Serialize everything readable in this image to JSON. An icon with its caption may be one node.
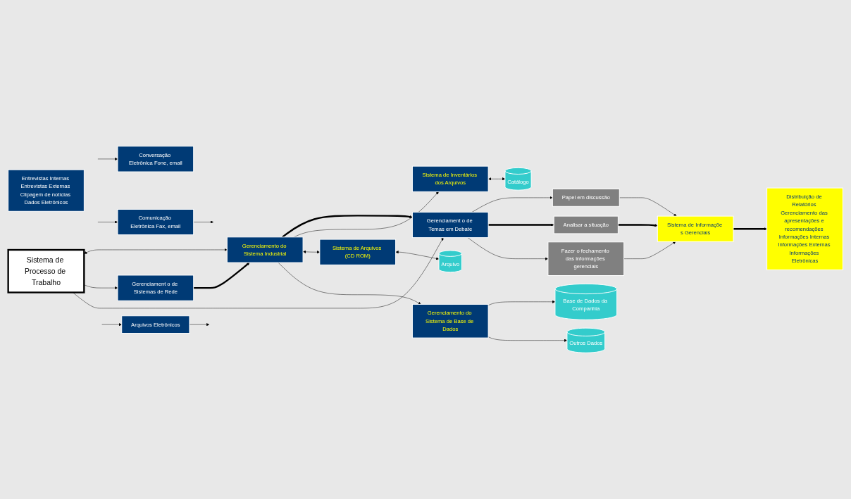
{
  "diagram": {
    "nodes": [
      {
        "text": [
          "Sistema de Processo de Trabalho"
        ]
      },
      {
        "text": [
          "Comunicação Eletrônica Fax, email"
        ]
      },
      {
        "text": [
          "Conversação Eletrônica Fone, email"
        ]
      },
      {
        "text": [
          "Gerenciament o de Sistemas de Rede"
        ]
      },
      {
        "text": [
          "Gerenciamento do Sistema Industrial"
        ]
      },
      {
        "text": [
          "Gerenciament o de Temas em Debate"
        ]
      },
      {
        "text": [
          "Papel em discussão"
        ]
      },
      {
        "text": [
          "Analisar a situação"
        ]
      },
      {
        "text": [
          "Fazer o fechamento das informações gerenciais"
        ]
      },
      {
        "text": [
          "Sistema de Informaçõe s Gerenciais"
        ]
      },
      {
        "text": [
          "Arquivos Eletrônicos"
        ]
      },
      {
        "text": [
          "Sistema de Inventários dos Arquivos"
        ]
      },
      {
        "text": [
          "Sistema de Arquivos (CD ROM)"
        ]
      },
      {
        "text": [
          "Gerenciamento do Sistema de Base de Dados"
        ]
      },
      {
        "text": [
          "Entrevistas Internas Entrevistas Externas Clipagem de notícias Dados Eletrônicos"
        ]
      },
      {
        "text": [
          "Catálogo"
        ]
      },
      {
        "text": [
          "Arquivo"
        ]
      },
      {
        "text": [
          "Base de Dados da Companhia"
        ]
      },
      {
        "text": [
          "Outros Dados"
        ]
      },
      {
        "text": [
          "Distribuição de Relatórios Gerenciamento das apresentações e recomendações Informações Internas Informações Externas Informações Eletrônicas"
        ]
      }
    ],
    "edges": [
      {
        "from": null,
        "to": 1,
        "arrow": "to"
      },
      {
        "from": 1,
        "to": null,
        "arrow": "to"
      },
      {
        "from": null,
        "to": 2,
        "arrow": "to"
      },
      {
        "from": null,
        "to": 10,
        "arrow": "to"
      },
      {
        "from": 10,
        "to": null,
        "arrow": "to"
      },
      {
        "from": 0,
        "to": 4,
        "arrow": "both"
      },
      {
        "from": 0,
        "to": 3,
        "arrow": "to"
      },
      {
        "from": 0,
        "to": 5,
        "arrow": "to"
      },
      {
        "from": 3,
        "to": 4,
        "arrow": "to",
        "style": "thick"
      },
      {
        "from": 4,
        "to": 5,
        "arrow": "to",
        "style": "thick"
      },
      {
        "from": 5,
        "to": 6,
        "arrow": "to"
      },
      {
        "from": 5,
        "to": 7,
        "arrow": "to",
        "style": "thick"
      },
      {
        "from": 5,
        "to": 8,
        "arrow": "to"
      },
      {
        "from": 6,
        "to": 9,
        "arrow": "to"
      },
      {
        "from": 7,
        "to": 9,
        "arrow": "to",
        "style": "thick"
      },
      {
        "from": 8,
        "to": 9,
        "arrow": "to"
      },
      {
        "from": 4,
        "to": 11,
        "arrow": "to"
      },
      {
        "from": 4,
        "to": 12,
        "arrow": "both"
      },
      {
        "from": 4,
        "to": 13,
        "arrow": "to"
      },
      {
        "from": 11,
        "to": 15,
        "arrow": "both"
      },
      {
        "from": 12,
        "to": 16,
        "arrow": "both"
      },
      {
        "from": 13,
        "to": 17,
        "arrow": "to"
      },
      {
        "from": 13,
        "to": 18,
        "arrow": "to"
      },
      {
        "from": 9,
        "to": 19,
        "arrow": "to",
        "style": "thick"
      }
    ]
  }
}
